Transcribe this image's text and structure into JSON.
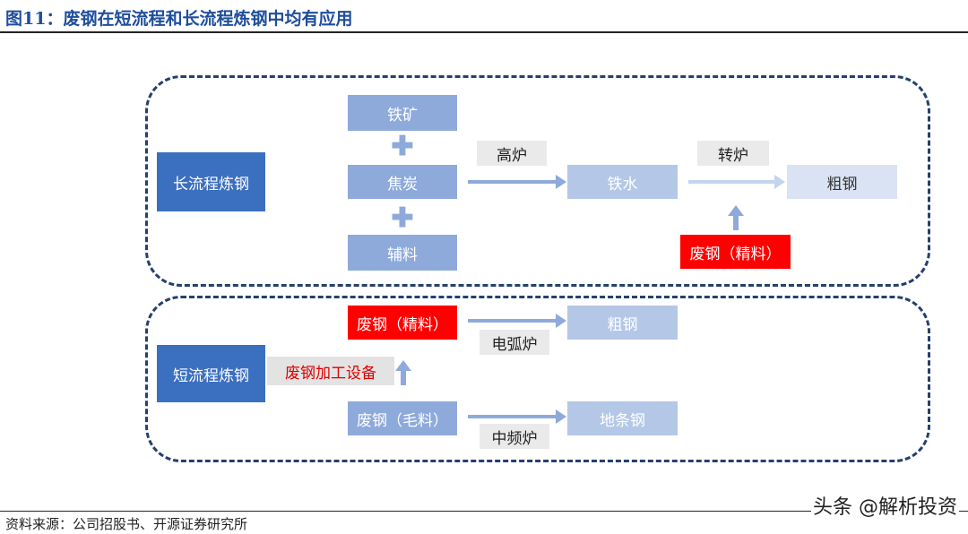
{
  "title": "图11：废钢在短流程和长流程炼钢中均有应用",
  "source": "资料来源：公司招股书、开源证券研究所",
  "watermark": "头条 @解析投资",
  "long_process": {
    "label": "长流程炼钢",
    "inputs": [
      "铁矿",
      "焦炭",
      "辅料"
    ],
    "plus": "✚",
    "step1": "高炉",
    "intermediate": "铁水",
    "step2": "转炉",
    "output": "粗钢",
    "scrap_input": "废钢（精料）"
  },
  "short_process": {
    "label": "短流程炼钢",
    "scrap_fine": "废钢（精料）",
    "eaf": "电弧炉",
    "output_crude": "粗钢",
    "processing": "废钢加工设备",
    "scrap_raw": "废钢（毛料）",
    "induction": "中频炉",
    "output_bar": "地条钢"
  },
  "colors": {
    "dark_blue": "#3b6fc0",
    "mid_blue": "#8eaadb",
    "light_blue": "#b4c7e7",
    "pale_blue": "#dae3f3",
    "red": "#ff0000",
    "border": "#24406e"
  }
}
